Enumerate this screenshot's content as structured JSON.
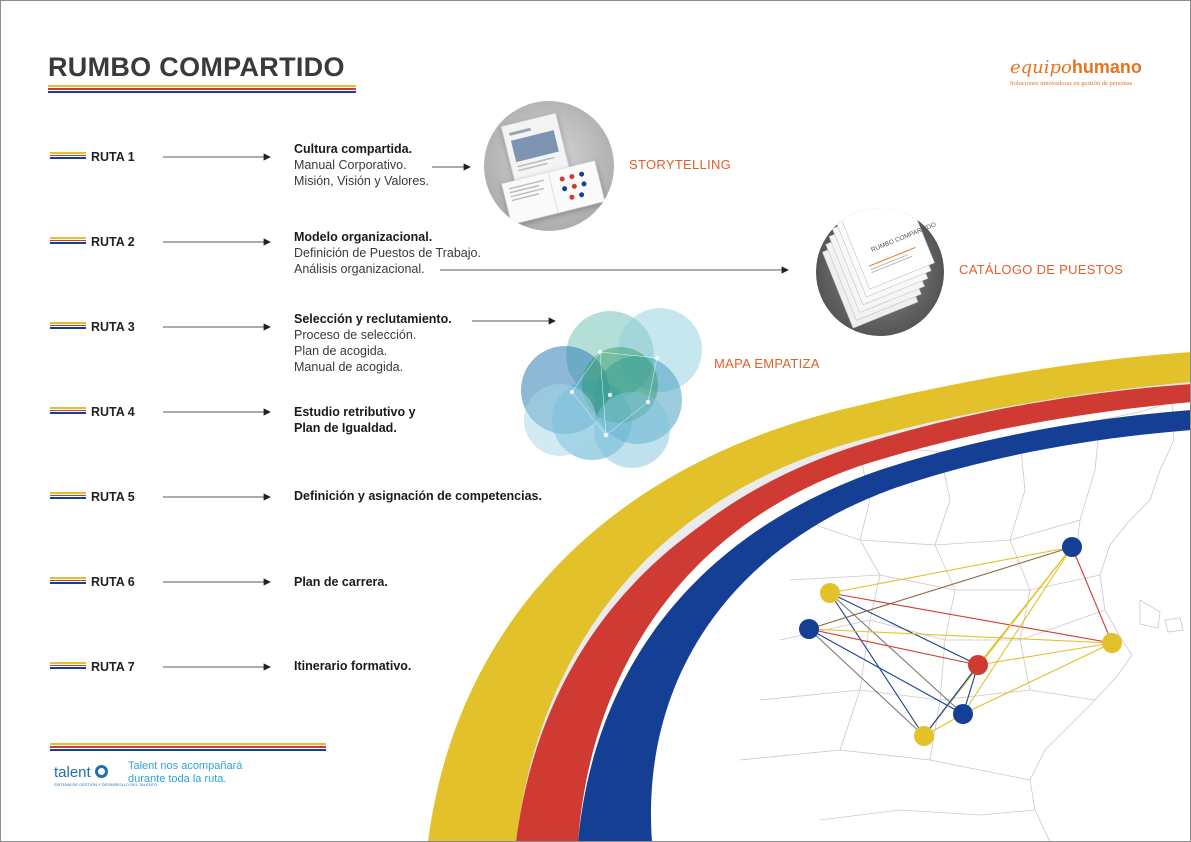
{
  "title": "RUMBO COMPARTIDO",
  "logo": {
    "word1": "equipo",
    "word2": "humano",
    "tagline": "Soluciones innovadoras en gestión de personas"
  },
  "routes": [
    {
      "label": "RUTA 1",
      "lines": [
        {
          "text": "Cultura compartida.",
          "bold": true
        },
        {
          "text": "Manual Corporativo.",
          "bold": false
        },
        {
          "text": "Misión, Visión y Valores.",
          "bold": false
        }
      ]
    },
    {
      "label": "RUTA 2",
      "lines": [
        {
          "text": "Modelo organizacional.",
          "bold": true
        },
        {
          "text": "Definición de Puestos de Trabajo.",
          "bold": false
        },
        {
          "text": "Análisis organizacional.",
          "bold": false
        }
      ]
    },
    {
      "label": "RUTA 3",
      "lines": [
        {
          "text": "Selección y reclutamiento.",
          "bold": true
        },
        {
          "text": "Proceso de selección.",
          "bold": false
        },
        {
          "text": "Plan de acogida.",
          "bold": false
        },
        {
          "text": "Manual de acogida.",
          "bold": false
        }
      ]
    },
    {
      "label": "RUTA 4",
      "lines": [
        {
          "text": "Estudio retributivo y",
          "bold": true
        },
        {
          "text": "Plan de Igualdad.",
          "bold": true
        }
      ]
    },
    {
      "label": "RUTA 5",
      "lines": [
        {
          "text": "Definición y asignación de competencias.",
          "bold": true
        }
      ]
    },
    {
      "label": "RUTA 6",
      "lines": [
        {
          "text": "Plan de carrera.",
          "bold": true
        }
      ]
    },
    {
      "label": "RUTA 7",
      "lines": [
        {
          "text": "Itinerario formativo.",
          "bold": true
        }
      ]
    }
  ],
  "products": {
    "storytelling": "STORYTELLING",
    "catalogo": "CATÁLOGO DE PUESTOS",
    "mapa": "MAPA EMPATIZA"
  },
  "book_cover_title": "RUMBO COMPARTIDO",
  "talent": {
    "name": "talent",
    "tagline": "SISTEMA DE GESTIÓN Y DESARROLLO DEL TALENTO",
    "message_line1": "Talent nos acompañará",
    "message_line2": "durante toda la ruta."
  },
  "colors": {
    "yellow": "#e2c12a",
    "red": "#cf3b32",
    "blue": "#153f95",
    "orange": "#e0602a",
    "talent_blue": "#1d6fb0"
  }
}
